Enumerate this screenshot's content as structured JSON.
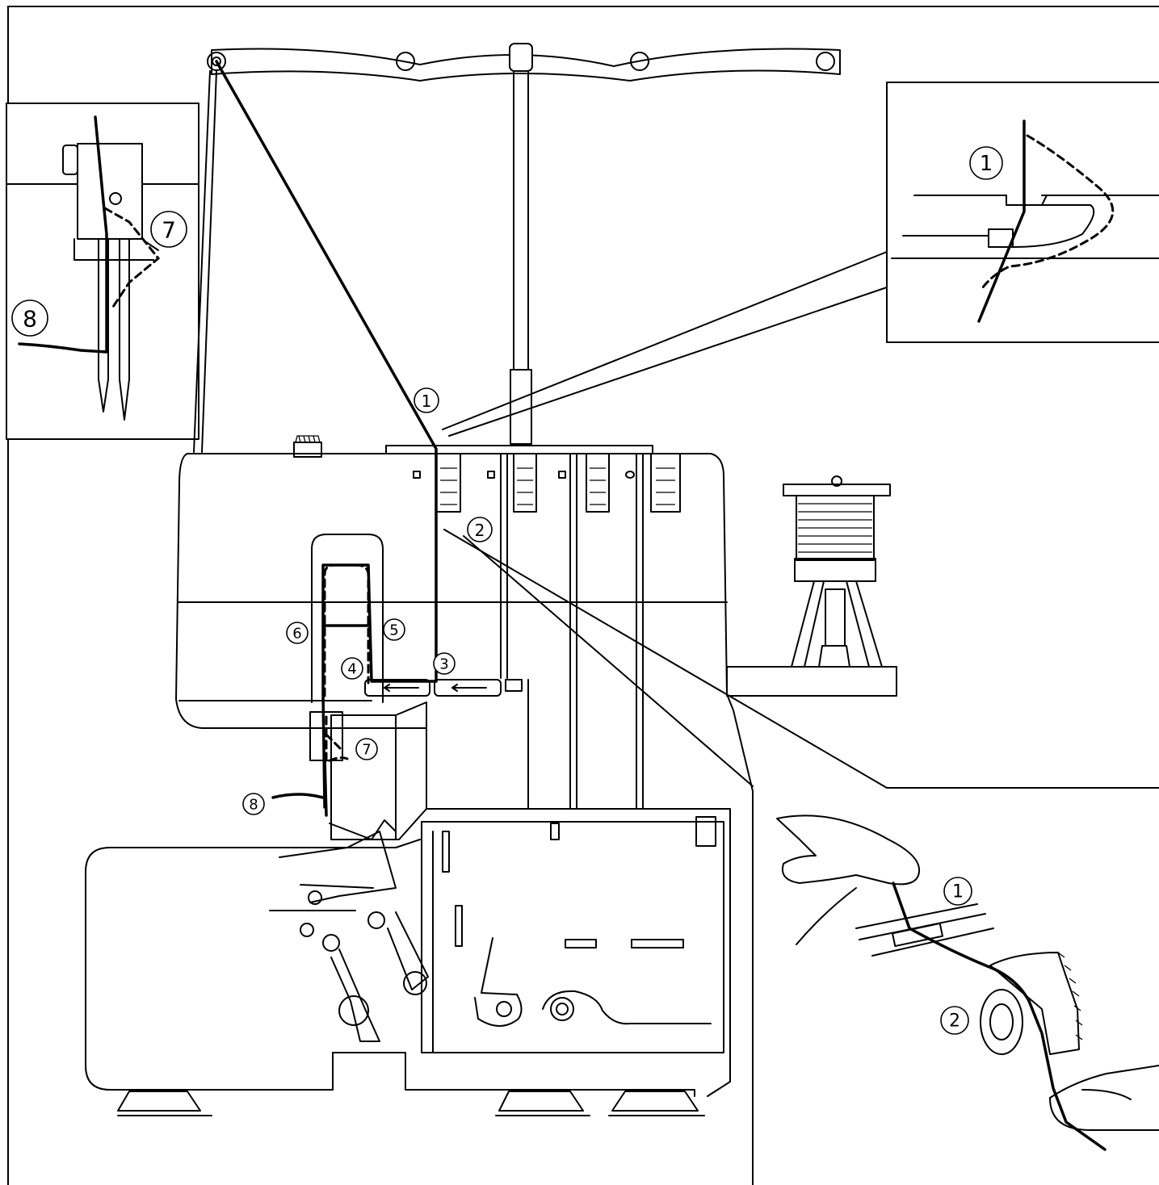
{
  "labels": {
    "top_inset_1": "1",
    "needle_inset_7": "7",
    "needle_inset_8": "8",
    "main_1": "1",
    "main_2": "2",
    "main_3": "3",
    "main_4": "4",
    "main_5": "5",
    "main_6": "6",
    "main_7": "7",
    "main_8": "8",
    "hand_inset_1": "1",
    "hand_inset_2": "2"
  }
}
